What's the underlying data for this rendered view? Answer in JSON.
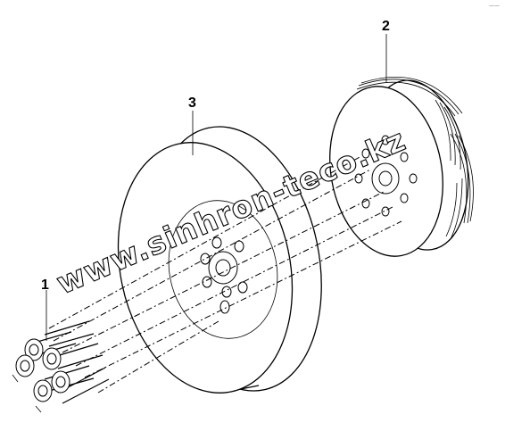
{
  "callouts": [
    {
      "id": "1",
      "text": "1"
    },
    {
      "id": "2",
      "text": "2"
    },
    {
      "id": "3",
      "text": "3"
    }
  ],
  "watermark": "www.sinhron-teco.kz",
  "corner_mark": "——"
}
